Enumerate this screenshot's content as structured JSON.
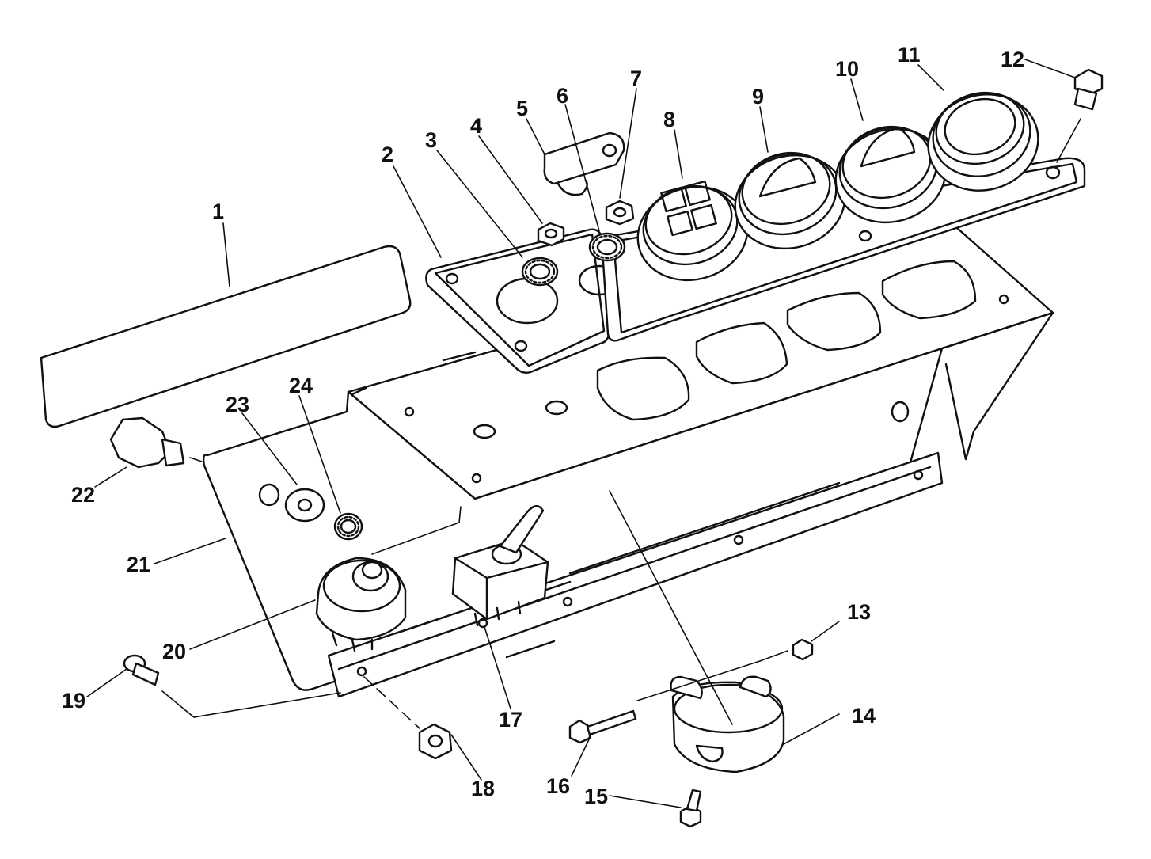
{
  "callouts": {
    "n1": "1",
    "n2": "2",
    "n3": "3",
    "n4": "4",
    "n5": "5",
    "n6": "6",
    "n7": "7",
    "n8": "8",
    "n9": "9",
    "n10": "10",
    "n11": "11",
    "n12": "12",
    "n13": "13",
    "n14": "14",
    "n15": "15",
    "n16": "16",
    "n17": "17",
    "n18": "18",
    "n19": "19",
    "n20": "20",
    "n21": "21",
    "n22": "22",
    "n23": "23",
    "n24": "24"
  }
}
